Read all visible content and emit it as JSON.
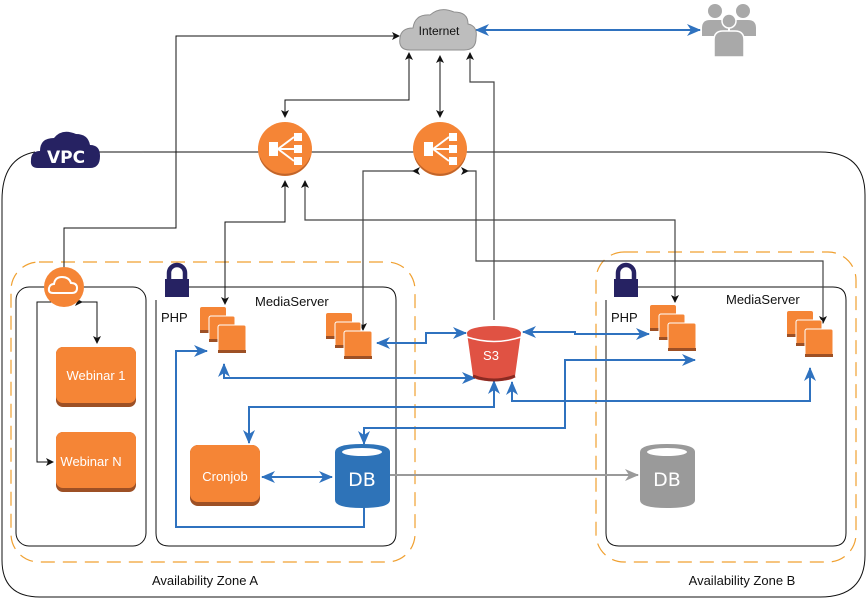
{
  "diagram": {
    "internet": {
      "label": "Internet"
    },
    "vpc": {
      "label": "VPC"
    },
    "zones": [
      {
        "label": "Availability Zone A"
      },
      {
        "label": "Availability Zone B"
      }
    ],
    "zone_a": {
      "webinars": [
        {
          "label": "Webinar 1"
        },
        {
          "label": "Webinar N"
        }
      ],
      "php_label": "PHP",
      "mediaserver_label": "MediaServer",
      "cronjob_label": "Cronjob",
      "db_label": "DB"
    },
    "zone_b": {
      "php_label": "PHP",
      "mediaserver_label": "MediaServer",
      "db_label": "DB"
    },
    "s3": {
      "label": "S3"
    },
    "icons": {
      "internet": "cloud-icon",
      "users": "users-group-icon",
      "load_balancer": "load-balancer-icon",
      "cloudfront": "cloud-icon",
      "lock": "lock-icon",
      "ec2_cluster": "ec2-instances-icon",
      "s3": "s3-bucket-icon",
      "db": "database-icon"
    },
    "colors": {
      "aws_orange": "#f58536",
      "vpc_navy": "#262262",
      "s3_red": "#e05243",
      "db_blue": "#2e73b8",
      "db_replica_gray": "#9a9a9a",
      "flow_blue": "#2f72bf",
      "zone_border": "#f0a030",
      "internet_gray": "#bdbdbd"
    }
  }
}
